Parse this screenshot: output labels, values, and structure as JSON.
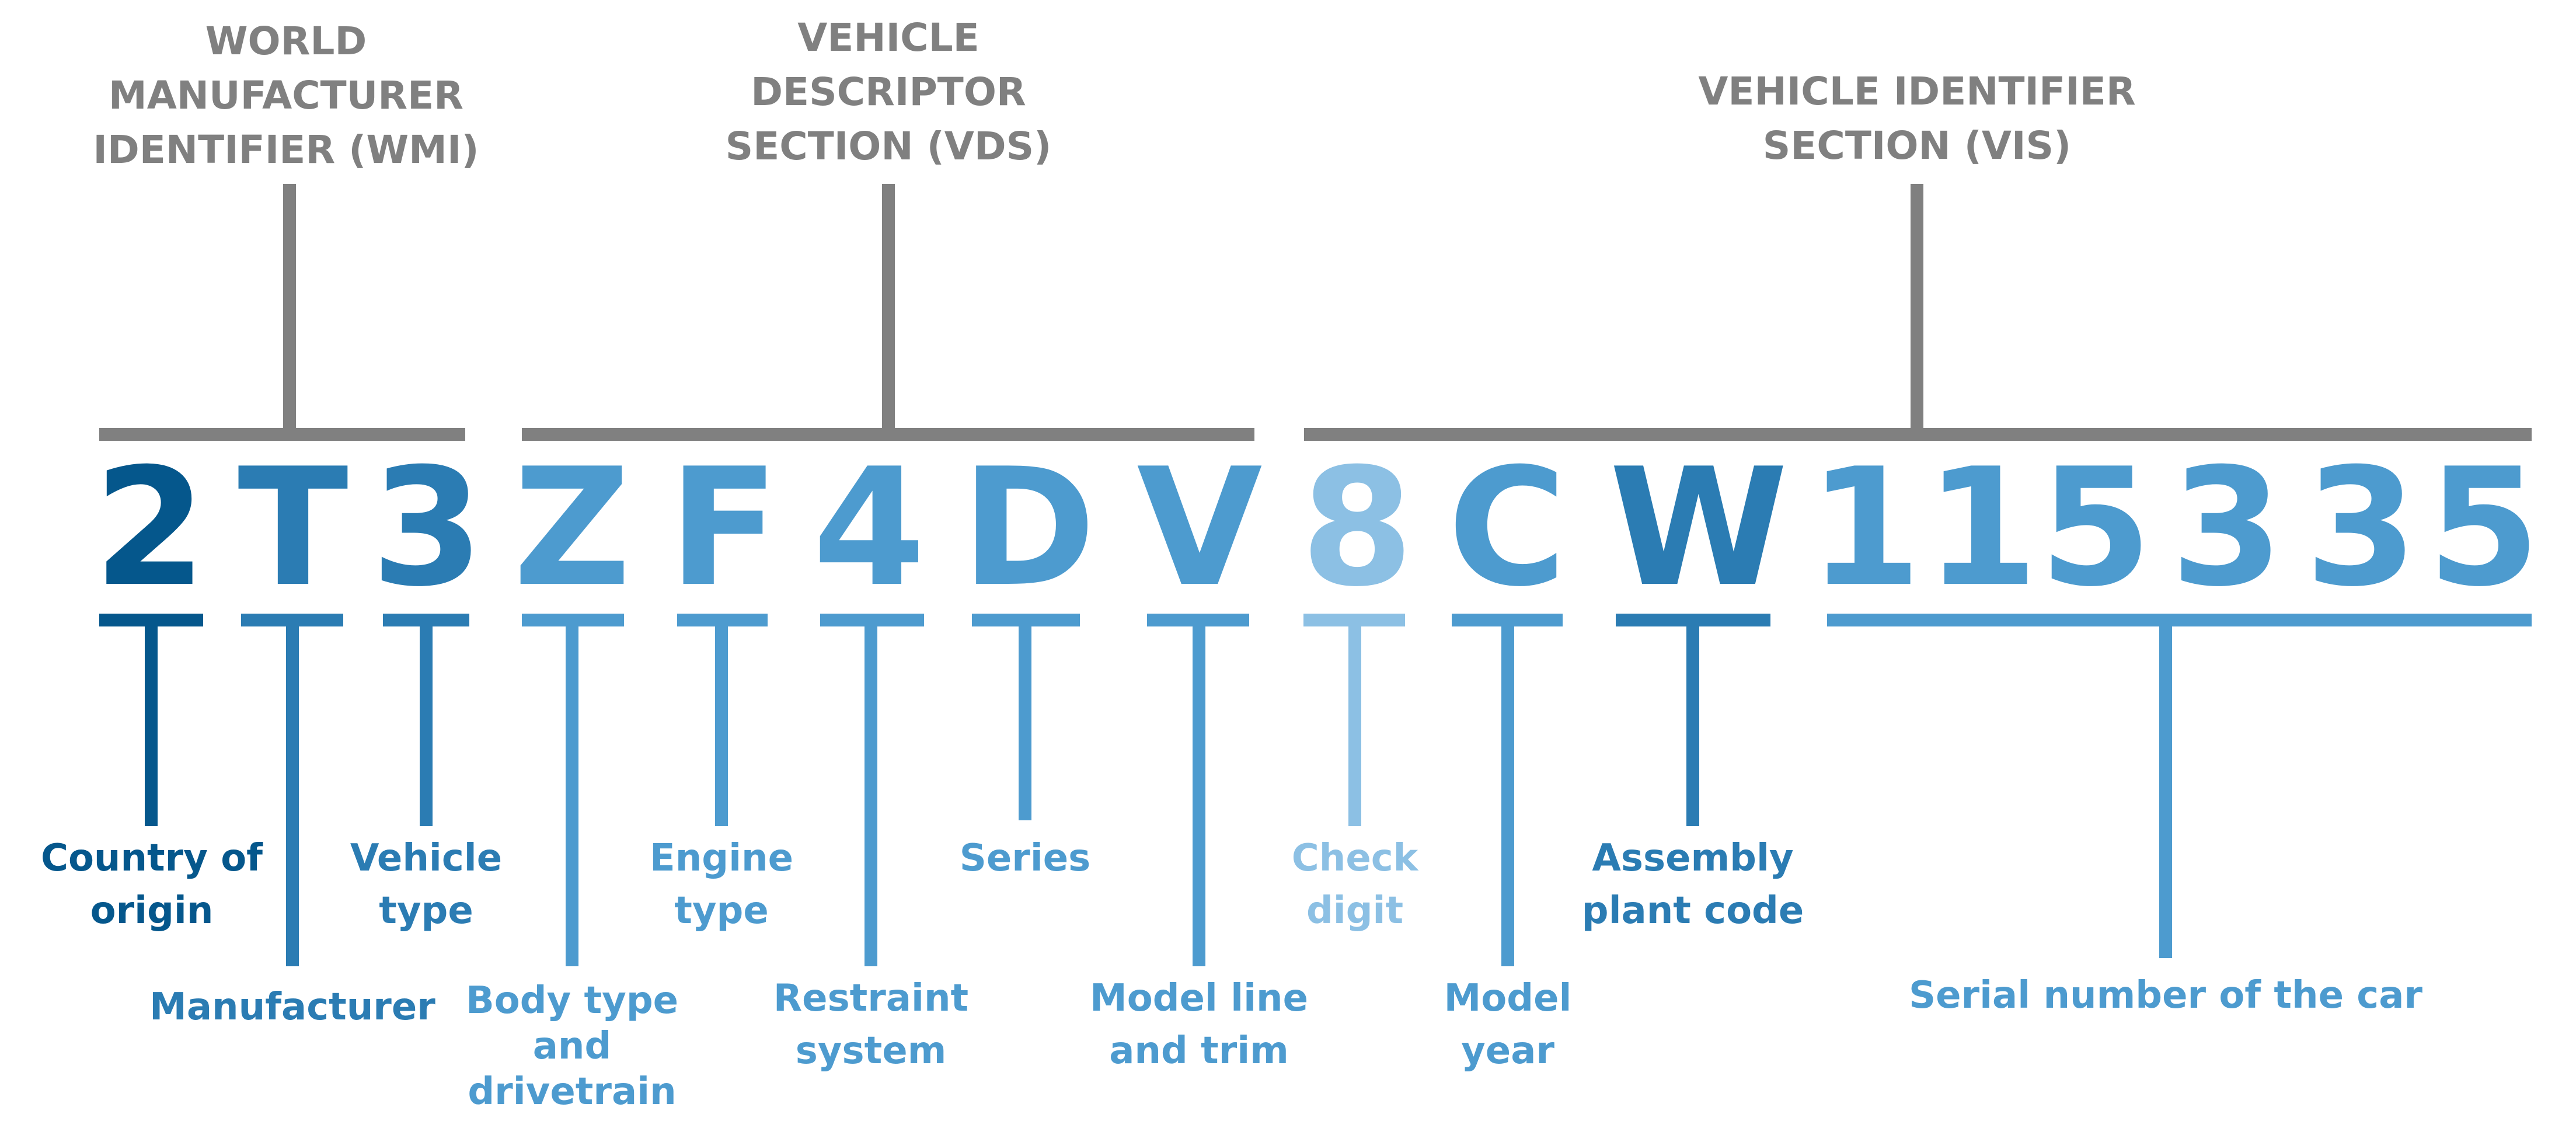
{
  "sections": {
    "wmi": [
      "WORLD",
      "MANUFACTURER",
      "IDENTIFIER (WMI)"
    ],
    "vds": [
      "VEHICLE",
      "DESCRIPTOR",
      "SECTION (VDS)"
    ],
    "vis": [
      "VEHICLE IDENTIFIER",
      "SECTION (VIS)"
    ]
  },
  "vin": [
    "2",
    "T",
    "3",
    "Z",
    "F",
    "4",
    "D",
    "V",
    "8",
    "C",
    "W",
    "1",
    "1",
    "5",
    "3",
    "3",
    "5"
  ],
  "labels": {
    "country": [
      "Country of",
      "origin"
    ],
    "manufacturer": [
      "Manufacturer"
    ],
    "vehicle_type": [
      "Vehicle",
      "type"
    ],
    "body_type": [
      "Body type",
      "and",
      "drivetrain"
    ],
    "engine_type": [
      "Engine",
      "type"
    ],
    "restraint": [
      "Restraint",
      "system"
    ],
    "series": [
      "Series"
    ],
    "model_line": [
      "Model line",
      "and trim"
    ],
    "check_digit": [
      "Check",
      "digit"
    ],
    "model_year": [
      "Model",
      "year"
    ],
    "assembly_plant": [
      "Assembly",
      "plant code"
    ],
    "serial": [
      "Serial number of the car"
    ]
  },
  "colors": {
    "gray": "#808080",
    "navy": "#05578C",
    "dark_blue": "#2B7CB3",
    "mid_blue": "#4D9BCF",
    "light_blue": "#8CC0E4"
  }
}
